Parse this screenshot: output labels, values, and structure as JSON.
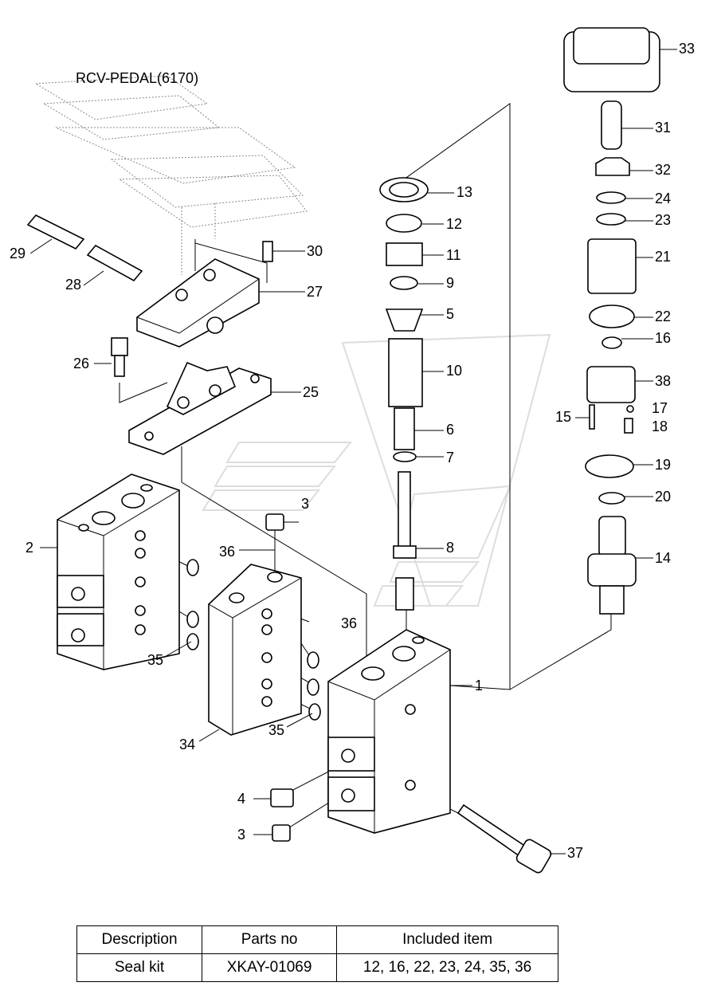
{
  "diagram": {
    "assembly_label": "RCV-PEDAL(6170)",
    "callouts": {
      "c1": "1",
      "c2": "2",
      "c3a": "3",
      "c3b": "3",
      "c4": "4",
      "c5": "5",
      "c6": "6",
      "c7": "7",
      "c8": "8",
      "c9": "9",
      "c10": "10",
      "c11": "11",
      "c12": "12",
      "c13": "13",
      "c14": "14",
      "c15": "15",
      "c16": "16",
      "c17": "17",
      "c18": "18",
      "c19": "19",
      "c20": "20",
      "c21": "21",
      "c22": "22",
      "c23": "23",
      "c24": "24",
      "c25": "25",
      "c26": "26",
      "c27": "27",
      "c28": "28",
      "c29": "29",
      "c30": "30",
      "c31": "31",
      "c32": "32",
      "c33": "33",
      "c34": "34",
      "c35a": "35",
      "c35b": "35",
      "c36a": "36",
      "c36b": "36",
      "c37": "37",
      "c38": "38"
    }
  },
  "table": {
    "headers": [
      "Description",
      "Parts no",
      "Included item"
    ],
    "rows": [
      [
        "Seal kit",
        "XKAY-01069",
        "12, 16, 22, 23, 24, 35, 36"
      ]
    ]
  }
}
